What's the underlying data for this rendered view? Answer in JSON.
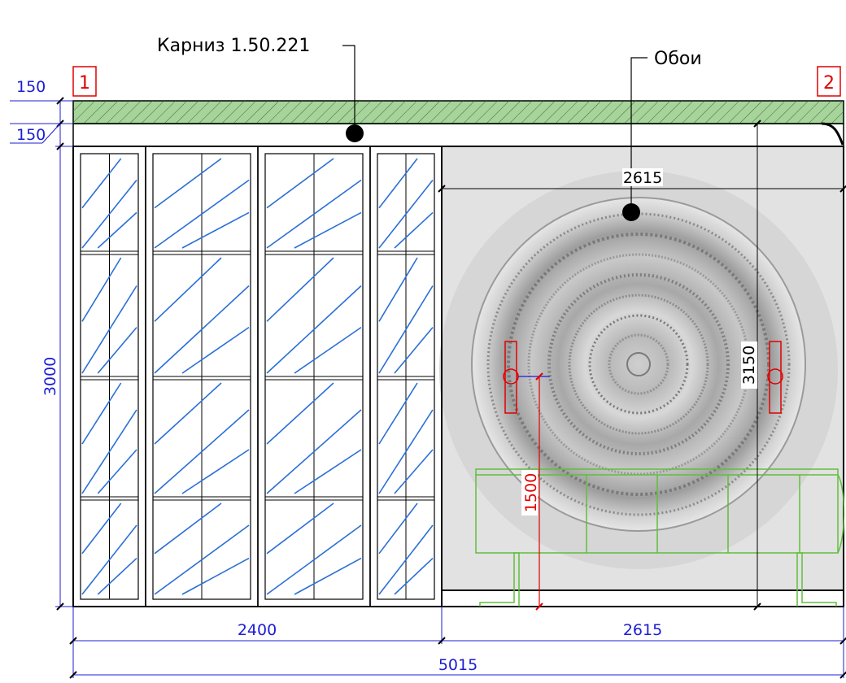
{
  "labels": {
    "cornice": "Карниз 1.50.221",
    "wallpaper": "Обои"
  },
  "section_marks": [
    "1",
    "2"
  ],
  "dimensions": {
    "top_band": "150",
    "gap_band": "150",
    "wall_height": "3000",
    "wallpaper_width": "2615",
    "total_height": "3150",
    "sconce_height": "1500",
    "left_width": "2400",
    "right_width": "2615",
    "total_width": "5015"
  },
  "colors": {
    "line": "#000000",
    "dimension": "#1c1cd6",
    "section_mark": "#e00000",
    "cornice_fill": "#a6d49a",
    "furniture": "#5fbf3a",
    "sconce": "#e00000",
    "glass_hatch": "#2a6fd6"
  }
}
